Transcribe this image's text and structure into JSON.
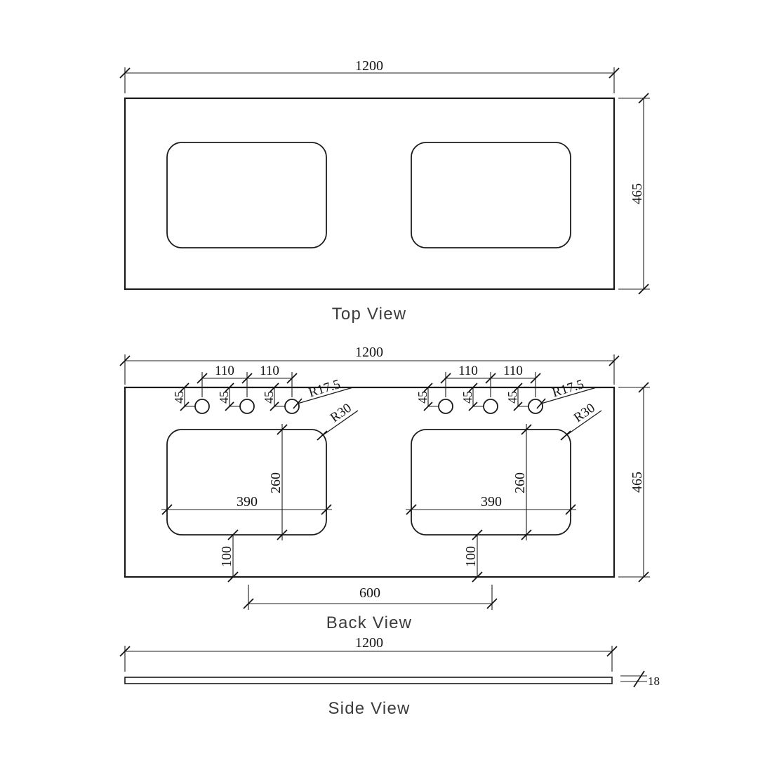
{
  "views": {
    "top": {
      "title": "Top View"
    },
    "back": {
      "title": "Back View"
    },
    "side": {
      "title": "Side View"
    }
  },
  "dims": {
    "overall_width": "1200",
    "overall_depth": "465",
    "thickness": "18",
    "hole_spacing": "110",
    "hole_edge_offset": "45",
    "hole_radius_label": "R17.5",
    "corner_radius_label": "R30",
    "cutout_width": "390",
    "cutout_depth": "260",
    "cutout_bottom_offset": "100",
    "basin_center_spacing": "600"
  },
  "colors": {
    "background": "#ffffff",
    "line": "#1a1a1a",
    "dim_text": "#141414",
    "title_text": "#3c3c3c"
  }
}
